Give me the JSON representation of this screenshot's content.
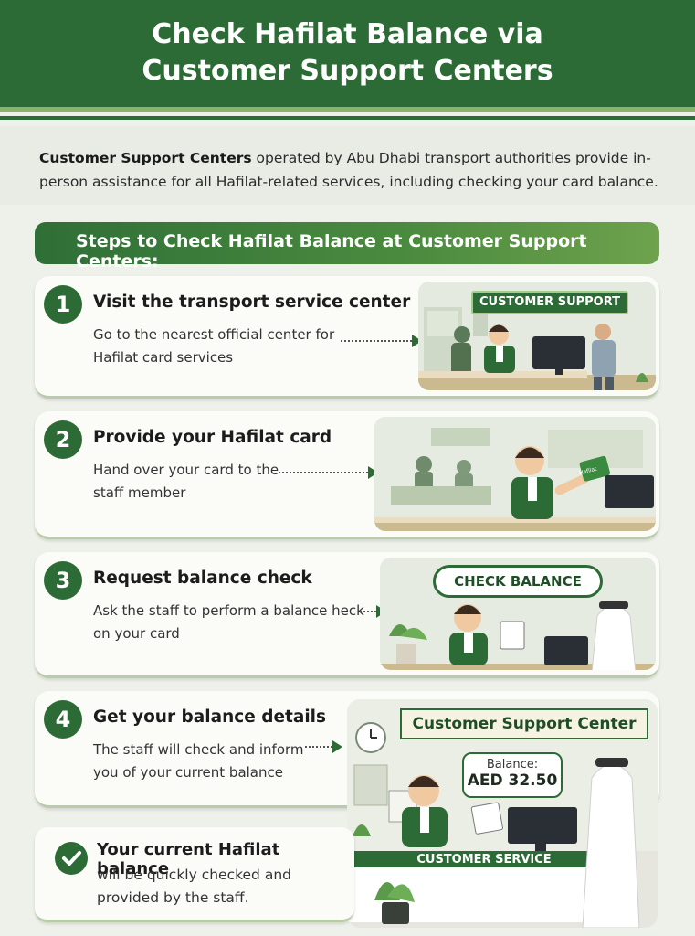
{
  "header": {
    "title_line1": "Check Hafilat Balance via",
    "title_line2": "Customer Support Centers"
  },
  "intro": {
    "bold": "Customer Support Centers",
    "rest": " operated by Abu Dhabi transport authorities provide in-person assistance for all Hafilat-related services, including checking your card balance."
  },
  "steps_banner": "Steps to Check Hafilat Balance at Customer Support Centers:",
  "steps": [
    {
      "num": "1",
      "title": "Visit the transport service center",
      "line1": "Go to the nearest official center for",
      "line2": "Hafilat card services",
      "sign": "CUSTOMER SUPPORT"
    },
    {
      "num": "2",
      "title": "Provide your Hafilat card",
      "line1": "Hand over your card to the",
      "line2": "staff member",
      "card_text": "Hafilat"
    },
    {
      "num": "3",
      "title": "Request balance check",
      "line1": "Ask the staff to perform a balance heck",
      "line2": "on your card",
      "bubble": "CHECK BALANCE"
    },
    {
      "num": "4",
      "title": "Get your balance details",
      "line1": "The staff will check and inform",
      "line2": "you of your current balance"
    }
  ],
  "final": {
    "title": "Your current Hafilat balance",
    "line1": "will be quickly checked and",
    "line2": "provided by the staff."
  },
  "scene4": {
    "sign": "Customer Support Center",
    "balance_label": "Balance:",
    "balance_value": "AED 32.50",
    "desk_label": "CUSTOMER SERVICE"
  },
  "colors": {
    "brand_green": "#2c6b35",
    "light_green": "#8ab46a"
  }
}
